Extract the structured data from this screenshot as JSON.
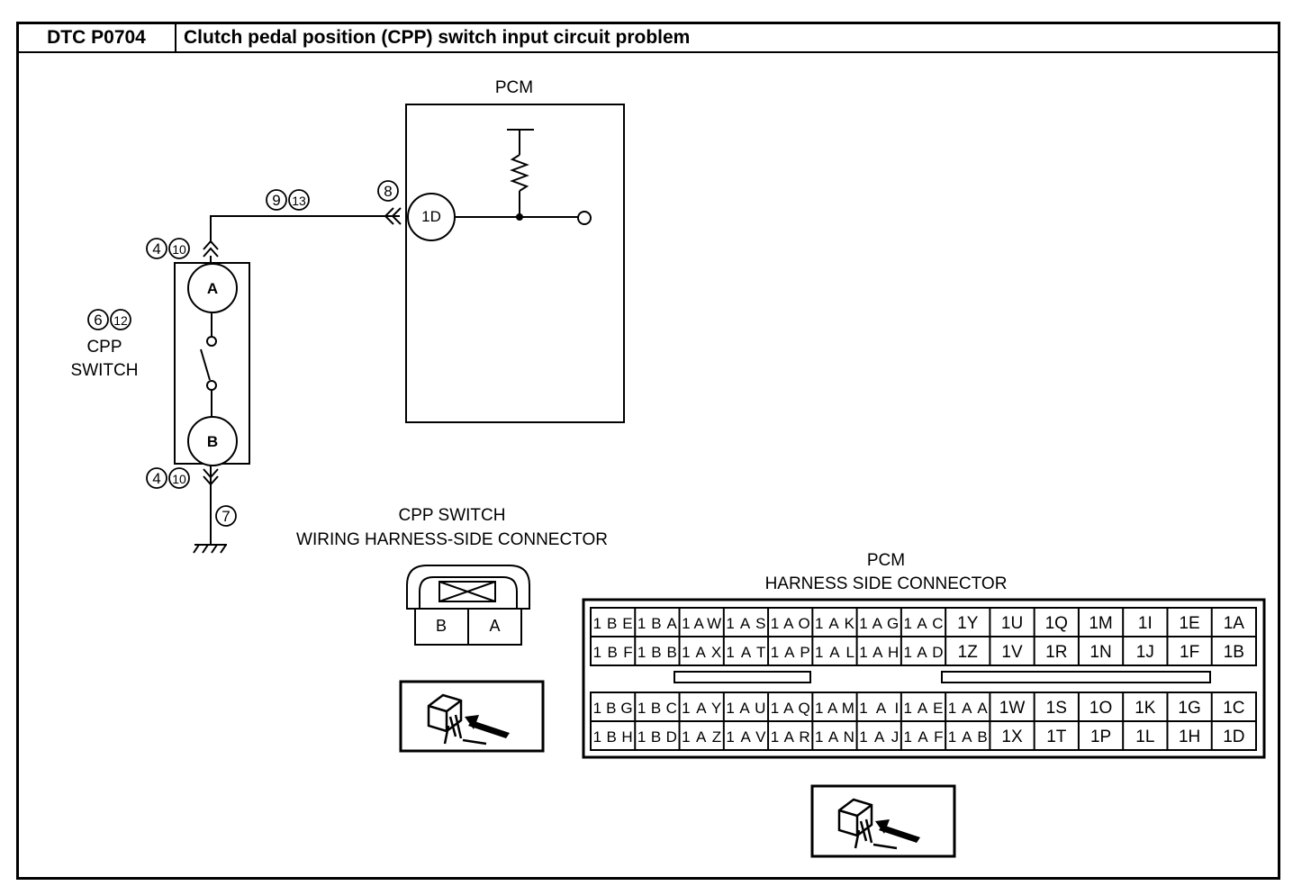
{
  "header": {
    "code": "DTC P0704",
    "title": "Clutch pedal position (CPP) switch input circuit problem"
  },
  "schematic": {
    "pcm_label": "PCM",
    "pcm_pin": "1D",
    "switch_label_line1": "CPP",
    "switch_label_line2": "SWITCH",
    "terminal_a": "A",
    "terminal_b": "B",
    "callouts": {
      "wire_top": [
        "9",
        "13"
      ],
      "pcm_connector": [
        "8"
      ],
      "switch_top_connector": [
        "4",
        "10"
      ],
      "switch_part": [
        "6",
        "12"
      ],
      "switch_bottom_connector": [
        "4",
        "10"
      ],
      "ground_wire": [
        "7"
      ]
    }
  },
  "cpp_connector": {
    "title_line1": "CPP SWITCH",
    "title_line2": "WIRING HARNESS-SIDE CONNECTOR",
    "pins": [
      "B",
      "A"
    ]
  },
  "pcm_connector": {
    "title_line1": "PCM",
    "title_line2": "HARNESS SIDE CONNECTOR",
    "upper_block": [
      [
        "1BE",
        "1BA",
        "1AW",
        "1AS",
        "1AO",
        "1AK",
        "1AG",
        "1AC",
        "1Y",
        "1U",
        "1Q",
        "1M",
        "1I",
        "1E",
        "1A"
      ],
      [
        "1BF",
        "1BB",
        "1AX",
        "1AT",
        "1AP",
        "1AL",
        "1AH",
        "1AD",
        "1Z",
        "1V",
        "1R",
        "1N",
        "1J",
        "1F",
        "1B"
      ]
    ],
    "lower_block": [
      [
        "1BG",
        "1BC",
        "1AY",
        "1AU",
        "1AQ",
        "1AM",
        "1AI",
        "1AE",
        "1AA",
        "1W",
        "1S",
        "1O",
        "1K",
        "1G",
        "1C"
      ],
      [
        "1BH",
        "1BD",
        "1AZ",
        "1AV",
        "1AR",
        "1AN",
        "1AJ",
        "1AF",
        "1AB",
        "1X",
        "1T",
        "1P",
        "1L",
        "1H",
        "1D"
      ]
    ]
  },
  "icons": [
    "harness-connector-probe-icon",
    "harness-connector-probe-icon"
  ]
}
